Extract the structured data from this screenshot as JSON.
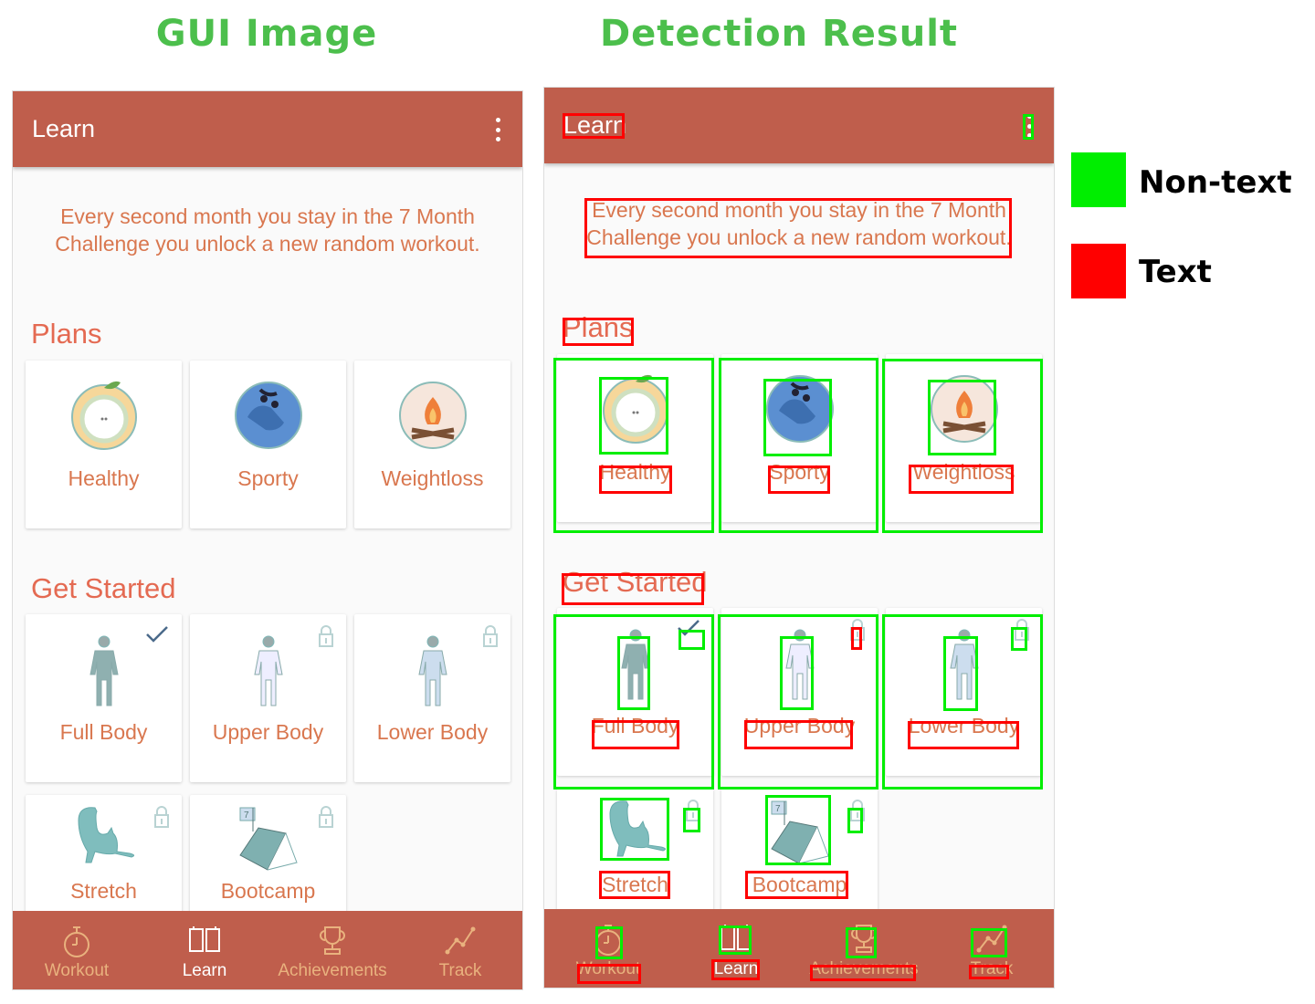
{
  "titles": {
    "left": "GUI Image",
    "right": "Detection Result"
  },
  "legend": [
    {
      "label": "Non-text",
      "color": "#00ee00"
    },
    {
      "label": "Text",
      "color": "#ff0000"
    }
  ],
  "colors": {
    "header": "#bf5e4c",
    "accent_text": "#d9774f",
    "section": "#e46a52",
    "icon_teal": "#7fbdbd"
  },
  "app": {
    "header_title": "Learn",
    "description": "Every second month you stay in the 7 Month Challenge you unlock a new random workout.",
    "plans_title": "Plans",
    "plans": [
      {
        "label": "Healthy",
        "icon": "apple-icon"
      },
      {
        "label": "Sporty",
        "icon": "sneakers-icon"
      },
      {
        "label": "Weightloss",
        "icon": "campfire-icon"
      }
    ],
    "started_title": "Get Started",
    "workouts": [
      {
        "label": "Full Body",
        "icon": "full-body-figure-icon",
        "status": "check-icon"
      },
      {
        "label": "Upper Body",
        "icon": "upper-body-figure-icon",
        "status": "lock-icon"
      },
      {
        "label": "Lower Body",
        "icon": "lower-body-figure-icon",
        "status": "lock-icon"
      },
      {
        "label": "Stretch",
        "icon": "cat-stretch-icon",
        "status": "lock-icon"
      },
      {
        "label": "Bootcamp",
        "icon": "tent-icon",
        "status": "lock-icon"
      }
    ],
    "nav": [
      {
        "label": "Workout",
        "icon": "stopwatch-icon",
        "active": false
      },
      {
        "label": "Learn",
        "icon": "book-icon",
        "active": true
      },
      {
        "label": "Achievements",
        "icon": "trophy-icon",
        "active": false
      },
      {
        "label": "Track",
        "icon": "chart-line-icon",
        "active": false
      }
    ]
  }
}
